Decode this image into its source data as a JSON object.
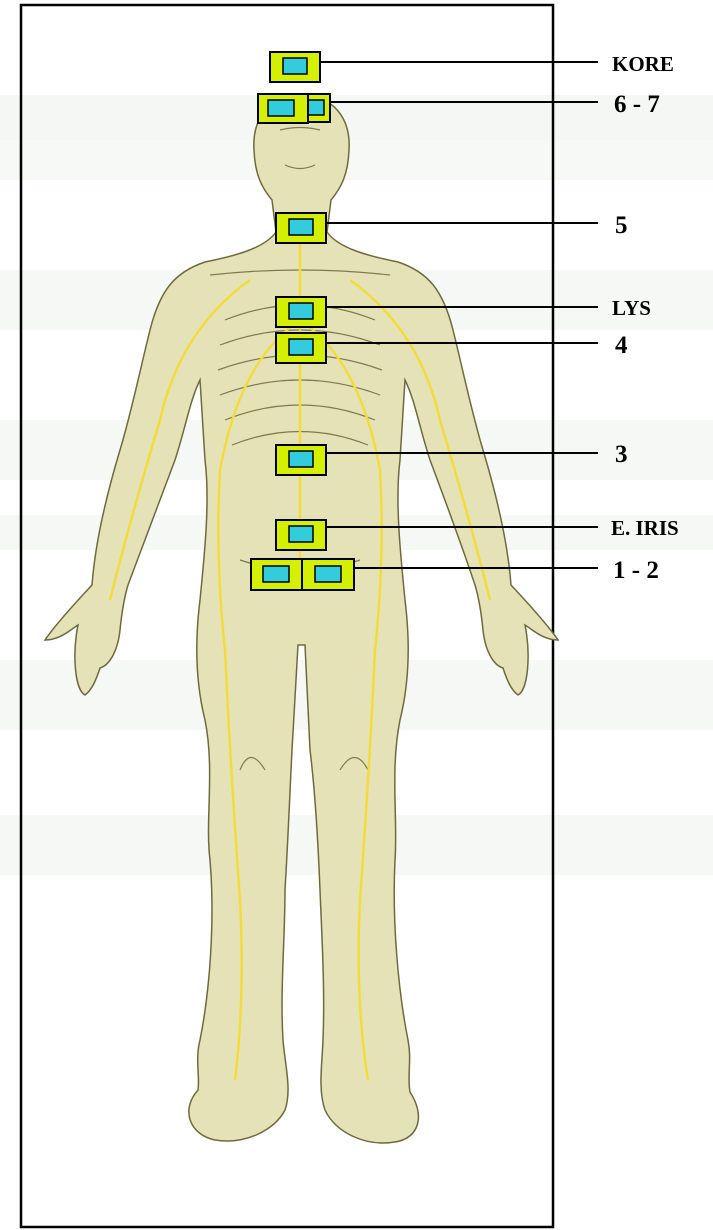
{
  "colors": {
    "marker_outer": "#d4f000",
    "marker_inner": "#33ccdd",
    "marker_stroke": "#000000",
    "figure_fill": "#e6e2b8",
    "figure_stroke": "#6d6a3e",
    "nerve": "#f2dc3c"
  },
  "labels": [
    {
      "id": "kore",
      "text": "KORE"
    },
    {
      "id": "c67",
      "text": "6 - 7"
    },
    {
      "id": "c5",
      "text": "5"
    },
    {
      "id": "lys",
      "text": "LYS"
    },
    {
      "id": "c4",
      "text": "4"
    },
    {
      "id": "c3",
      "text": "3"
    },
    {
      "id": "eiris",
      "text": "E. IRIS"
    },
    {
      "id": "c12",
      "text": "1 - 2"
    }
  ]
}
